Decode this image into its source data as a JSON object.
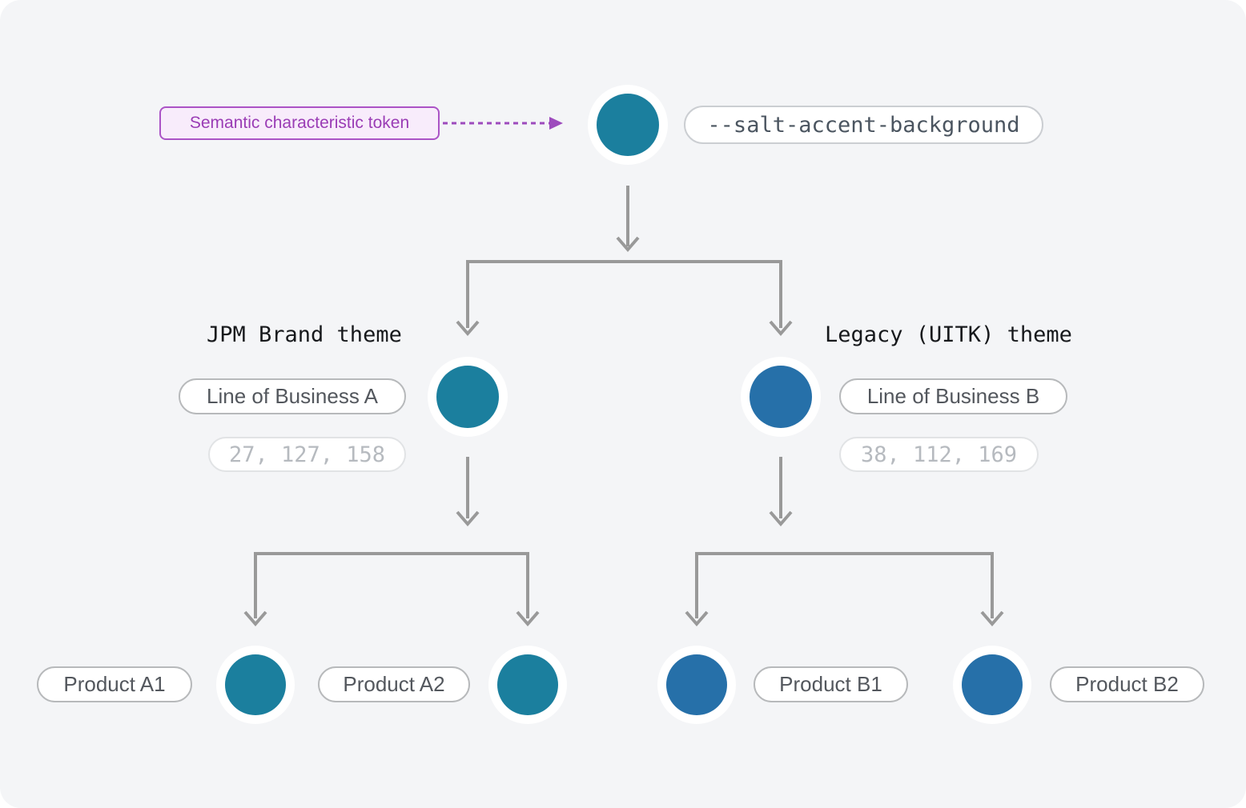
{
  "colors": {
    "canvas_bg": "#f4f5f7",
    "teal": "#1b7f9e",
    "blue": "#2670a9",
    "arrow_gray": "#999999",
    "purple": "#9d4bbd",
    "purple_bg": "#f8ecfb",
    "purple_border": "#ab53c6",
    "purple_text": "#9a3cb5",
    "circle_ring": "#ffffff"
  },
  "annotation": {
    "label": "Semantic characteristic token"
  },
  "root_token": {
    "name": "--salt-accent-background",
    "rgb_teal": "27, 127, 158",
    "rgb_blue": "38, 112, 169"
  },
  "themes": [
    {
      "title": "JPM Brand theme",
      "business": "Line of Business A",
      "rgb": "27, 127, 158",
      "products": [
        {
          "label": "Product A1"
        },
        {
          "label": "Product A2"
        }
      ]
    },
    {
      "title": "Legacy (UITK) theme",
      "business": "Line of Business B",
      "rgb": "38, 112, 169",
      "products": [
        {
          "label": "Product B1"
        },
        {
          "label": "Product B2"
        }
      ]
    }
  ]
}
